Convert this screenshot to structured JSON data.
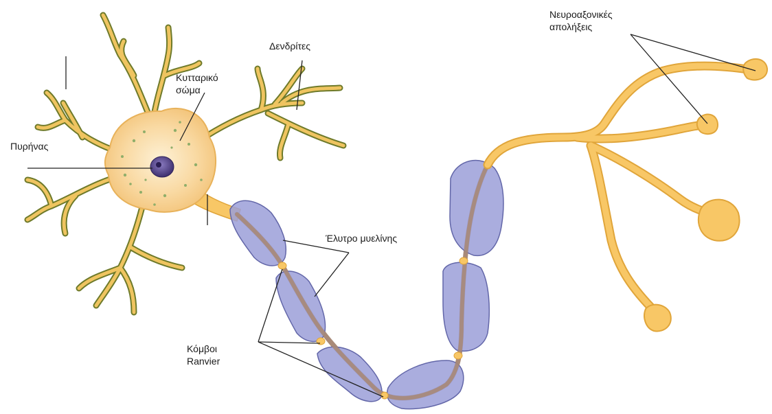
{
  "labels": {
    "cell_body": [
      "Κυτταρικό",
      "σώμα"
    ],
    "dendrites": "Δενδρίτες",
    "nucleus": "Πυρήνας",
    "myelin_sheath": "Έλυτρο μυελίνης",
    "nodes_of_ranvier": [
      "Κόμβοι",
      "Ranvier"
    ],
    "axon_terminals": [
      "Νευροαξονικές",
      "απολήξεις"
    ]
  },
  "colors": {
    "neuron_fill": "#F8C766",
    "neuron_stroke": "#E0A53A",
    "soma_fill": "#F9D9A2",
    "soma_inner": "#FBEAC8",
    "dendrite_outline": "#6E7A2A",
    "nucleus": "#5B4A8C",
    "myelin_fill": "#9B9FD8",
    "myelin_stroke": "#6266A8",
    "axon_core": "#A88A78",
    "leader_line": "#222222"
  }
}
